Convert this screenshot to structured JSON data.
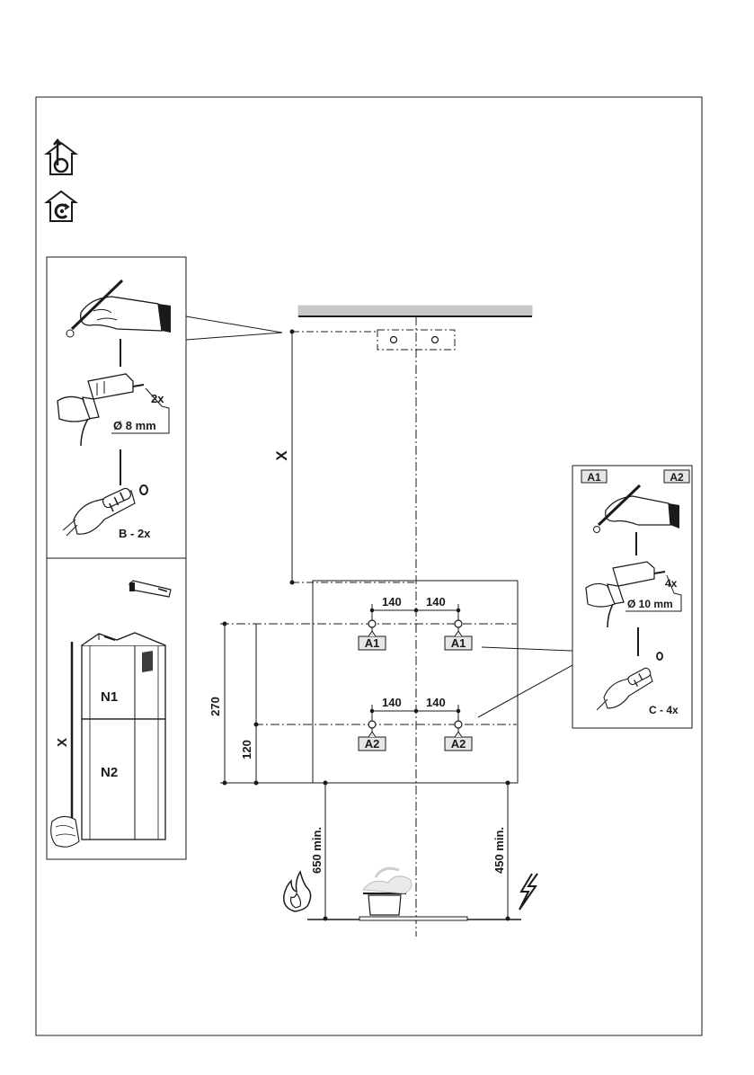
{
  "colors": {
    "ink": "#1a1a1a",
    "ceiling": "#c8c8c8",
    "tag_fill": "#e6e6e6",
    "panel_bg": "#ffffff"
  },
  "icons": [
    "duct-out-house-icon",
    "recirculation-house-icon",
    "flame-icon",
    "lightning-icon"
  ],
  "left_panel": {
    "drill_count": "2x",
    "drill_diameter": "Ø 8 mm",
    "plug_label": "B - 2x",
    "chimney_upper": "N1",
    "chimney_lower": "N2",
    "chimney_height": "X"
  },
  "center": {
    "height_label": "X",
    "spacing_top_left": "140",
    "spacing_top_right": "140",
    "spacing_bottom_left": "140",
    "spacing_bottom_right": "140",
    "hole_a1_left": "A1",
    "hole_a1_right": "A1",
    "hole_a2_left": "A2",
    "hole_a2_right": "A2",
    "dim_270": "270",
    "dim_120": "120",
    "dim_650": "650 min.",
    "dim_450": "450 min."
  },
  "right_panel": {
    "tag_a1": "A1",
    "tag_a2": "A2",
    "drill_count": "4x",
    "drill_diameter": "Ø 10 mm",
    "plug_label": "C - 4x"
  }
}
